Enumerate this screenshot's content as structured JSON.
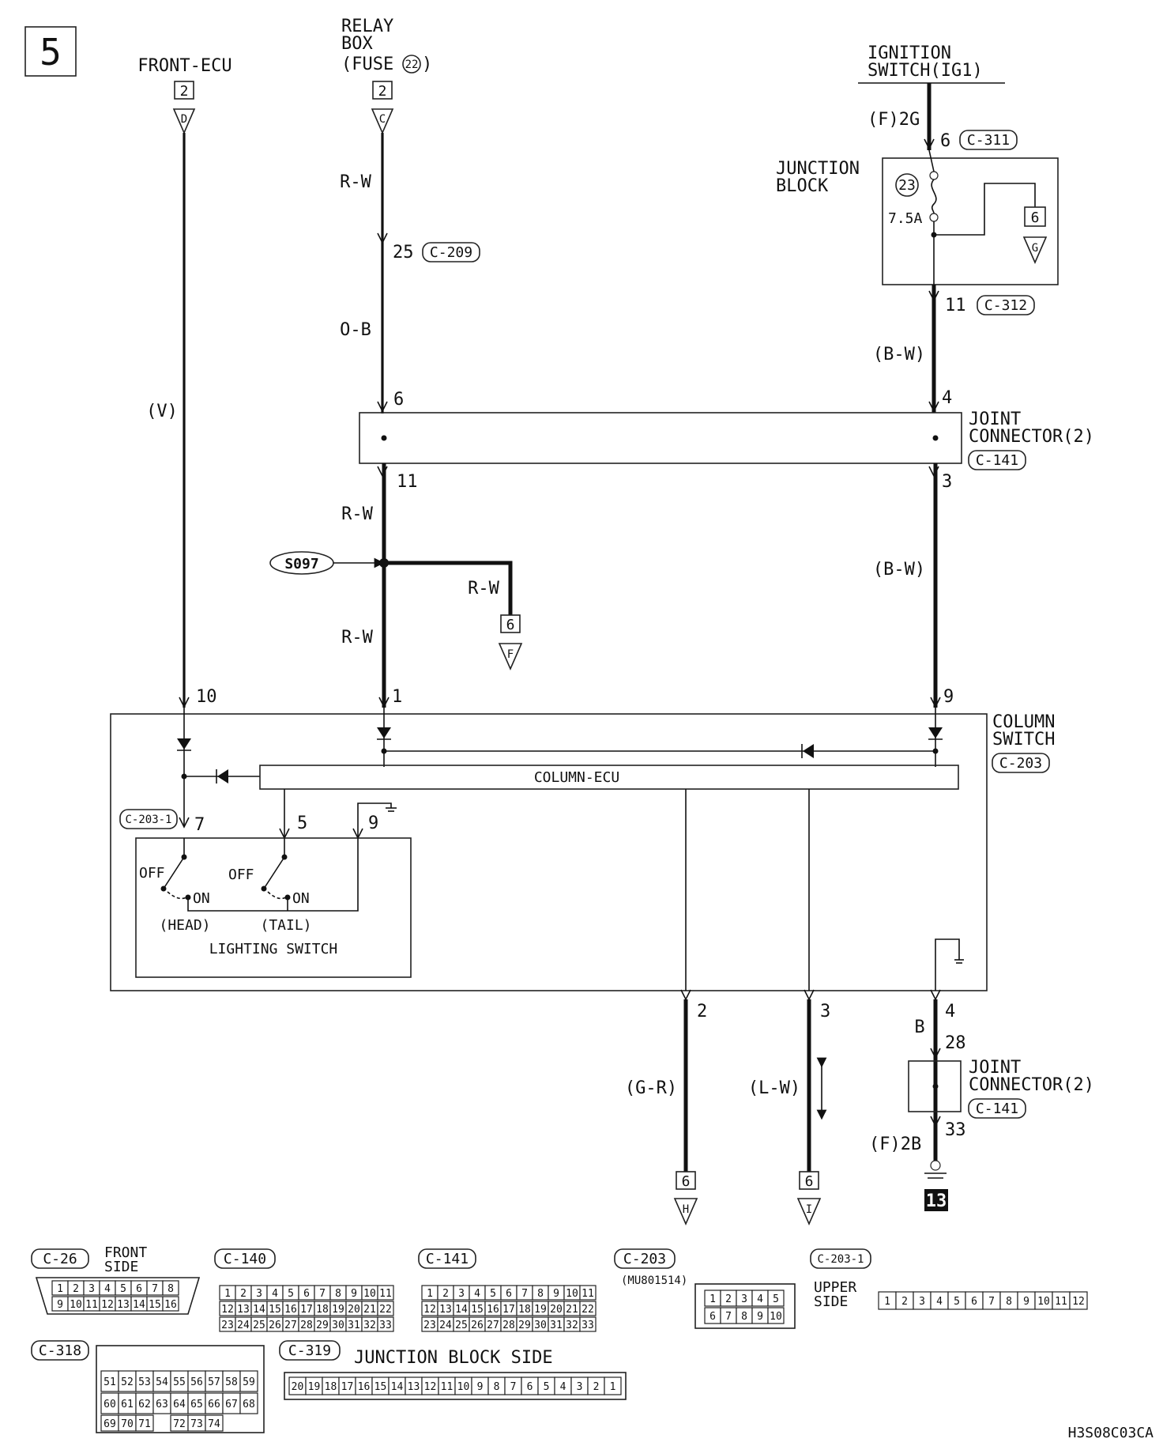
{
  "page_number": "5",
  "front_ecu": {
    "label": "FRONT-ECU",
    "page": "2",
    "ref": "D"
  },
  "relay_box": {
    "line1": "RELAY",
    "line2": "BOX",
    "line3": "(FUSE",
    "fuse": "22",
    "line3_end": ")",
    "page": "2",
    "ref": "C"
  },
  "ignition_switch": {
    "line1": "IGNITION",
    "line2": "SWITCH(IG1)"
  },
  "junction_block": {
    "line1": "JUNCTION",
    "line2": "BLOCK",
    "fuse_no": "23",
    "rating": "7.5A",
    "page": "6",
    "ref": "G",
    "in_label": "(F)2G",
    "in_pin": "6",
    "in_conn": "C-311",
    "out_pin": "11",
    "out_conn": "C-312"
  },
  "wires": {
    "relay_top": "R-W",
    "relay_pin": "25",
    "relay_conn": "C-209",
    "relay_mid": "O-B",
    "front_color": "(V)",
    "ig_color": "(B-W)",
    "ig_color2": "(B-W)",
    "after_jc": "R-W",
    "branch": "R-W",
    "below": "R-W",
    "ground_color": "B",
    "out1_color": "(G-R)",
    "out2_color": "(L-W)"
  },
  "joint_connector_top": {
    "line1": "JOINT",
    "line2": "CONNECTOR(2)",
    "conn": "C-141",
    "pin_in_left": "6",
    "pin_out_left": "11",
    "pin_in_right": "4",
    "pin_out_right": "3"
  },
  "splice": {
    "label": "S097",
    "page": "6",
    "ref": "F"
  },
  "column_switch": {
    "line1": "COLUMN",
    "line2": "SWITCH",
    "conn": "C-203",
    "pin_front": "10",
    "pin_relay": "1",
    "pin_ig": "9",
    "ecu_label": "COLUMN-ECU",
    "sub_conn": "C-203-1",
    "pin_head": "7",
    "pin_tail": "5",
    "pin_gnd": "9",
    "off1": "OFF",
    "on1": "ON",
    "off2": "OFF",
    "on2": "ON",
    "head": "(HEAD)",
    "tail": "(TAIL)",
    "switch_name": "LIGHTING SWITCH",
    "out_pin_2": "2",
    "out_pin_3": "3",
    "out_pin_4": "4"
  },
  "joint_connector_bottom": {
    "line1": "JOINT",
    "line2": "CONNECTOR(2)",
    "conn": "C-141",
    "pin_in": "28",
    "pin_out": "33",
    "ground_label": "(F)2B",
    "ground_no": "13"
  },
  "outputs": [
    {
      "page": "6",
      "ref": "H"
    },
    {
      "page": "6",
      "ref": "I"
    }
  ],
  "connectors": {
    "c26": {
      "name": "C-26",
      "side1": "FRONT",
      "side2": "SIDE",
      "row1": [
        "1",
        "2",
        "3",
        "4",
        "5",
        "6",
        "7",
        "8"
      ],
      "row2": [
        "9",
        "10",
        "11",
        "12",
        "13",
        "14",
        "15",
        "16"
      ]
    },
    "c140": {
      "name": "C-140",
      "row1": [
        "1",
        "2",
        "3",
        "4",
        "5",
        "6",
        "7",
        "8",
        "9",
        "10",
        "11"
      ],
      "row2": [
        "12",
        "13",
        "14",
        "15",
        "16",
        "17",
        "18",
        "19",
        "20",
        "21",
        "22"
      ],
      "row3": [
        "23",
        "24",
        "25",
        "26",
        "27",
        "28",
        "29",
        "30",
        "31",
        "32",
        "33"
      ]
    },
    "c141": {
      "name": "C-141",
      "row1": [
        "1",
        "2",
        "3",
        "4",
        "5",
        "6",
        "7",
        "8",
        "9",
        "10",
        "11"
      ],
      "row2": [
        "12",
        "13",
        "14",
        "15",
        "16",
        "17",
        "18",
        "19",
        "20",
        "21",
        "22"
      ],
      "row3": [
        "23",
        "24",
        "25",
        "26",
        "27",
        "28",
        "29",
        "30",
        "31",
        "32",
        "33"
      ]
    },
    "c203": {
      "name": "C-203",
      "part": "(MU801514)",
      "row1": [
        "1",
        "2",
        "3",
        "4",
        "5"
      ],
      "row2": [
        "6",
        "7",
        "8",
        "9",
        "10"
      ]
    },
    "c2031": {
      "name": "C-203-1",
      "side1": "UPPER",
      "side2": "SIDE",
      "row1": [
        "1",
        "2",
        "3",
        "4",
        "5",
        "6",
        "7",
        "8",
        "9",
        "10",
        "11",
        "12"
      ]
    },
    "c318": {
      "name": "C-318",
      "row1": [
        "51",
        "52",
        "53",
        "54",
        "55",
        "56",
        "57",
        "58",
        "59"
      ],
      "row2": [
        "60",
        "61",
        "62",
        "63",
        "64",
        "65",
        "66",
        "67",
        "68"
      ],
      "row3": [
        "69",
        "70",
        "71",
        "72",
        "73",
        "74"
      ]
    },
    "c319": {
      "name": "C-319",
      "title": "JUNCTION BLOCK SIDE",
      "row1": [
        "20",
        "19",
        "18",
        "17",
        "16",
        "15",
        "14",
        "13",
        "12",
        "11",
        "10",
        "9",
        "8",
        "7",
        "6",
        "5",
        "4",
        "3",
        "2",
        "1"
      ]
    }
  },
  "figure_code": "H3S08C03CA"
}
